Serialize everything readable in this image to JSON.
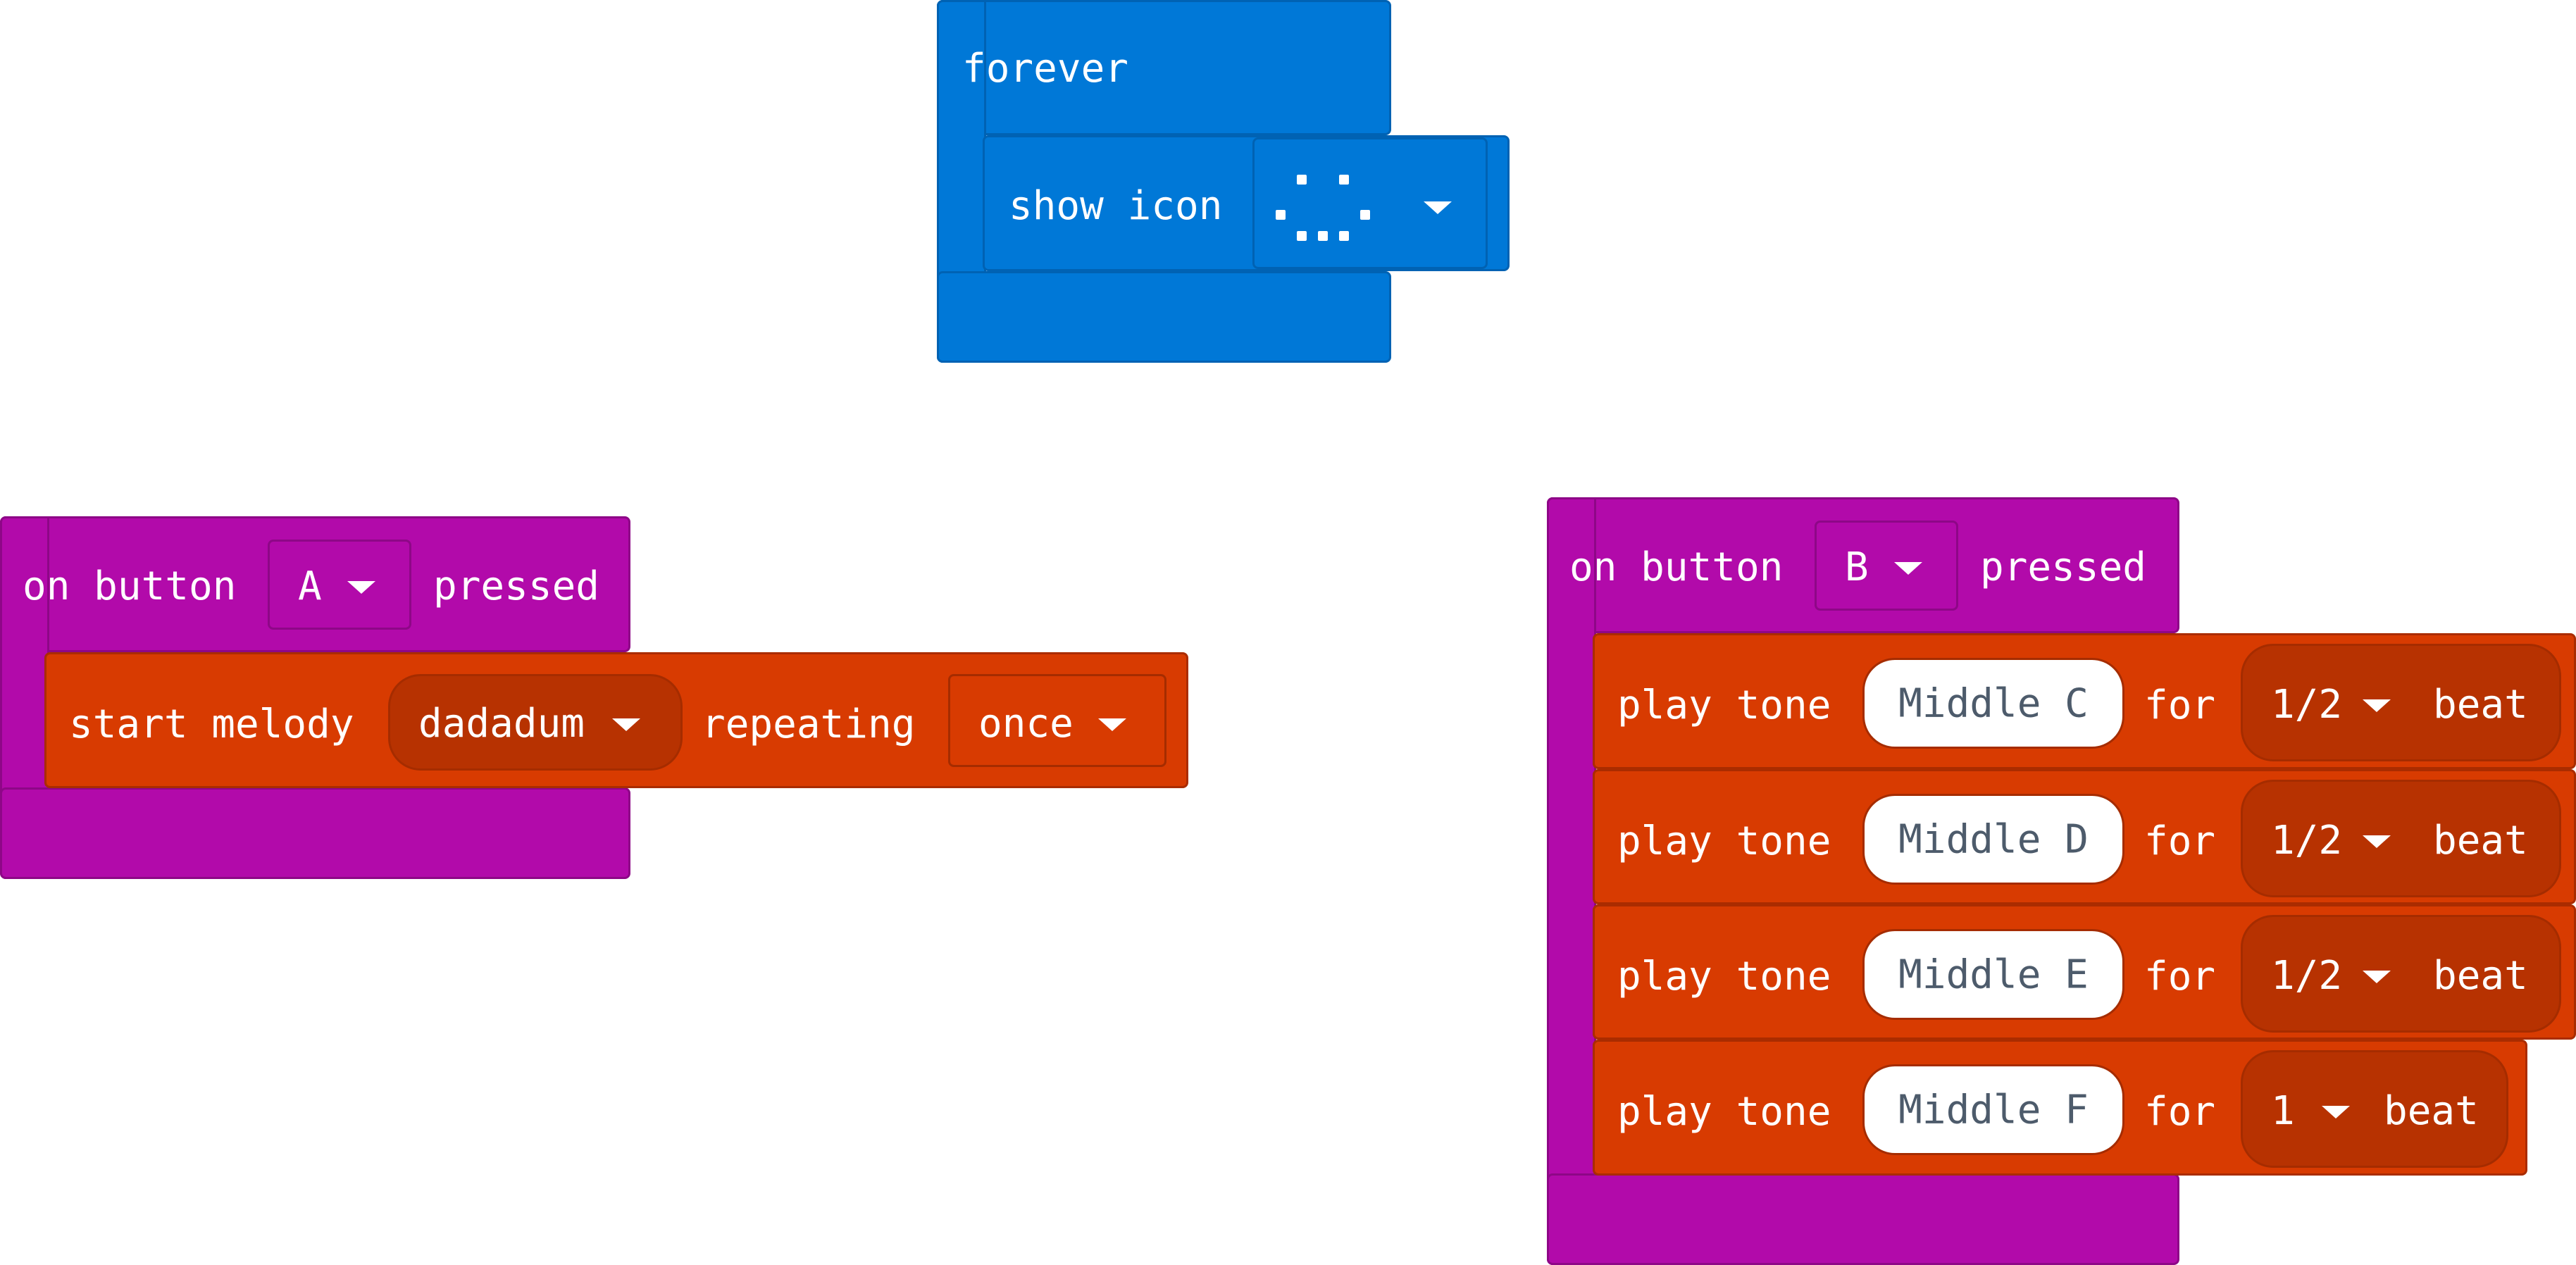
{
  "forever_block": {
    "label": "forever",
    "show_icon": {
      "label": "show icon",
      "icon": "smiley-led-icon"
    }
  },
  "button_a_block": {
    "prefix": "on button",
    "button": "A",
    "suffix": "pressed",
    "melody": {
      "label": "start melody",
      "melody_name": "dadadum",
      "repeat_label": "repeating",
      "repeat_value": "once"
    }
  },
  "button_b_block": {
    "prefix": "on button",
    "button": "B",
    "suffix": "pressed",
    "tones": [
      {
        "label": "play tone",
        "note": "Middle C",
        "for_label": "for",
        "beat_value": "1/2",
        "beat_label": "beat"
      },
      {
        "label": "play tone",
        "note": "Middle D",
        "for_label": "for",
        "beat_value": "1/2",
        "beat_label": "beat"
      },
      {
        "label": "play tone",
        "note": "Middle E",
        "for_label": "for",
        "beat_value": "1/2",
        "beat_label": "beat"
      },
      {
        "label": "play tone",
        "note": "Middle F",
        "for_label": "for",
        "beat_value": "1",
        "beat_label": "beat"
      }
    ]
  },
  "colors": {
    "basic_blue": "#0078d7",
    "input_magenta": "#b20aaa",
    "music_orange": "#d83b01"
  }
}
